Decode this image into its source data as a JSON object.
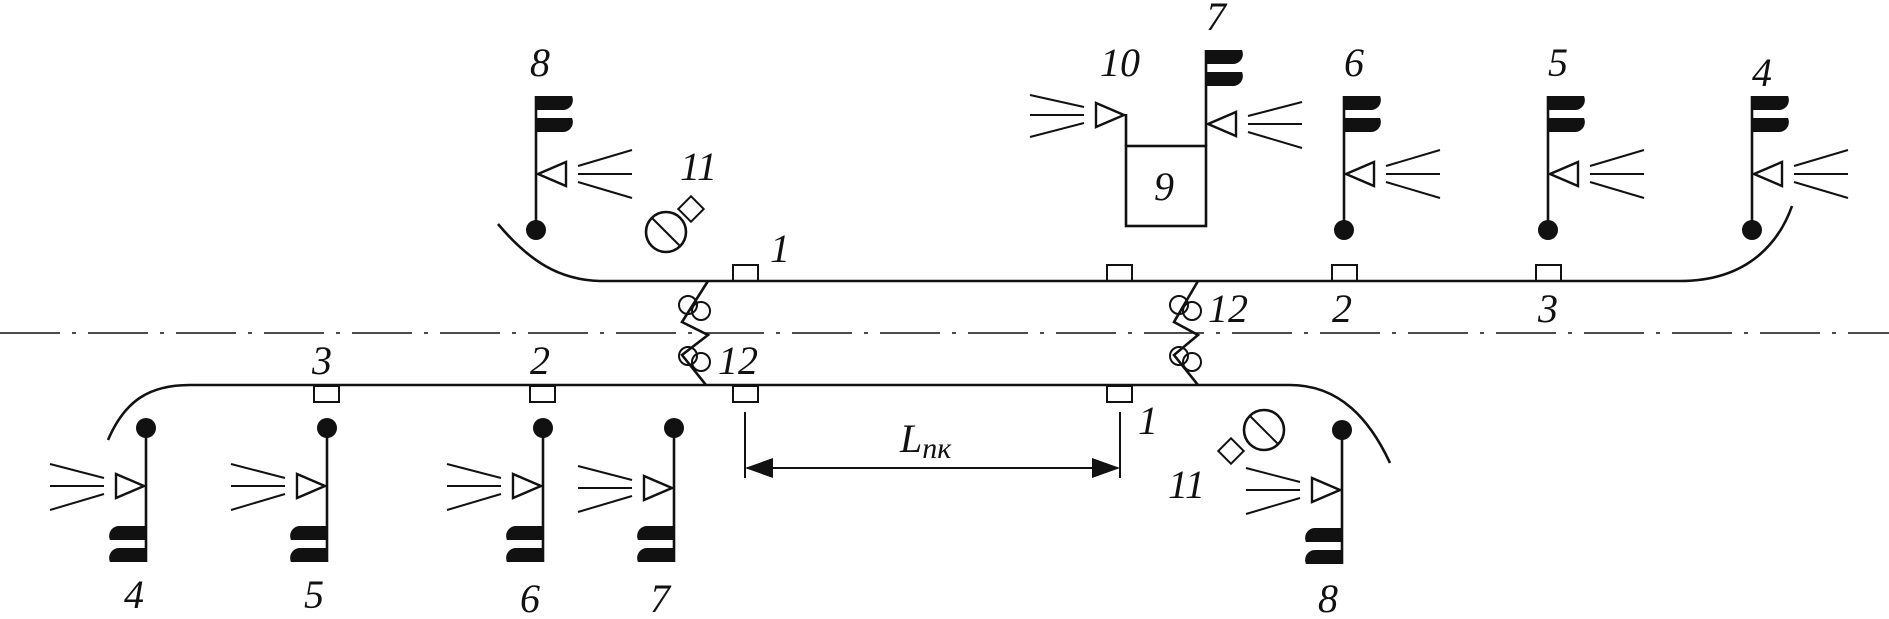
{
  "diagram": {
    "top_labels": {
      "tri_flag_left": "8",
      "lamp_left": "11",
      "box_signal": "10",
      "box_flag": "7",
      "box_number": "9",
      "flag_6": "6",
      "flag_5": "5",
      "flag_4": "4",
      "track_marker_1": "1",
      "track_marker_2": "2",
      "track_marker_3": "3",
      "track_break_12": "12"
    },
    "bottom_labels": {
      "flag_4": "4",
      "flag_5": "5",
      "flag_6": "6",
      "flag_7": "7",
      "flag_8": "8",
      "lamp_right": "11",
      "track_marker_3": "3",
      "track_marker_2": "2",
      "track_marker_1": "1",
      "track_break_12": "12"
    },
    "dimension": {
      "label_main": "L",
      "label_sub": "пк"
    },
    "colors": {
      "line": "#111111",
      "background": "#ffffff"
    }
  }
}
